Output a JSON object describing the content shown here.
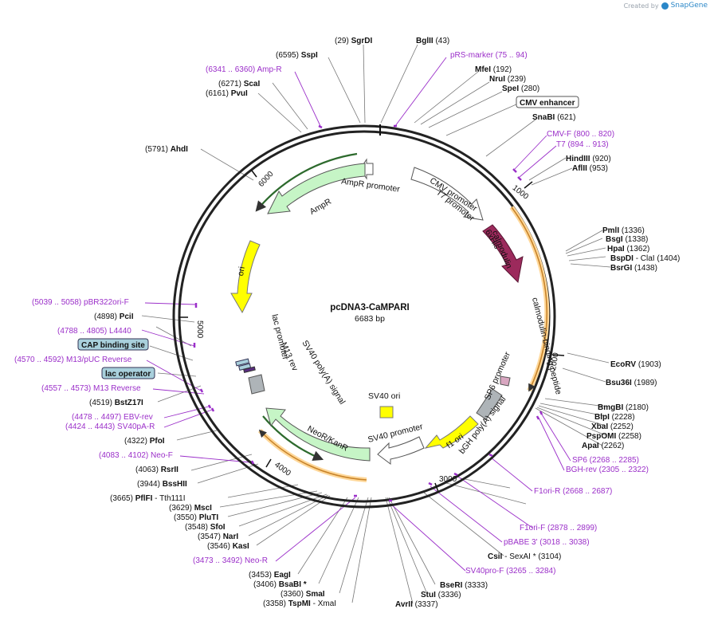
{
  "credit": {
    "prefix": "Created by",
    "brand": "SnapGene"
  },
  "map": {
    "name": "pcDNA3-CaMPARI",
    "length_text": "6683 bp"
  },
  "ticks": [
    "1000",
    "2000",
    "3000",
    "4000",
    "5000",
    "6000"
  ],
  "features": [
    {
      "name": "AmpR promoter"
    },
    {
      "name": "AmpR"
    },
    {
      "name": "CMV promoter"
    },
    {
      "name": "T7 promoter"
    },
    {
      "name": "6xHis"
    },
    {
      "name": "calmodulin"
    },
    {
      "name": "calmodulin-binding peptide"
    },
    {
      "name": "ori"
    },
    {
      "name": "lac promoter"
    },
    {
      "name": "M13 rev"
    },
    {
      "name": "SV40 poly(A) signal"
    },
    {
      "name": "SP6 promoter"
    },
    {
      "name": "bGH poly(A) signal"
    },
    {
      "name": "f1 ori"
    },
    {
      "name": "SV40 ori"
    },
    {
      "name": "SV40 promoter"
    },
    {
      "name": "NeoR/KanR"
    }
  ],
  "labels": {
    "SgrDI": "(29)  SgrDI",
    "BglII": "BglII  (43)",
    "SspI": "(6595)  SspI",
    "pRS": "pRS-marker  (75 .. 94)",
    "AmpR_primer": "(6341 .. 6360)  Amp-R",
    "MfeI": "MfeI  (192)",
    "NruI": "NruI  (239)",
    "SpeI": "SpeI  (280)",
    "ScaI": "(6271)  ScaI",
    "PvuI": "(6161)  PvuI",
    "CMVenh": "CMV enhancer",
    "SnaBI": "SnaBI  (621)",
    "CMVF": "CMV-F  (800 .. 820)",
    "T7": "T7  (894 .. 913)",
    "AhdI": "(5791)  AhdI",
    "HindIII": "HindIII  (920)",
    "AflII": "AflII  (953)",
    "PmlI": "PmlI  (1336)",
    "BsgI": "BsgI  (1338)",
    "HpaI": "HpaI  (1362)",
    "BspDI": "BspDI  - ClaI  (1404)",
    "BsrGI": "BsrGI  (1438)",
    "pBR": "(5039 .. 5058)  pBR322ori-F",
    "PciI": "(4898)  PciI",
    "L4440": "(4788 .. 4805)  L4440",
    "CAP": "CAP binding site",
    "M13pUC": "(4570 .. 4592)  M13/pUC Reverse",
    "lacop": "lac operator",
    "M13R": "(4557 .. 4573)  M13 Reverse",
    "BstZ17I": "(4519)  BstZ17I",
    "EcoRV": "EcoRV  (1903)",
    "Bsu36I": "Bsu36I  (1989)",
    "EBV": "(4478 .. 4497)  EBV-rev",
    "SV40pA": "(4424 .. 4443)  SV40pA-R",
    "BmgBI": "BmgBI  (2180)",
    "BlpI": "BlpI  (2228)",
    "XbaI": "XbaI  (2252)",
    "PspOMI": "PspOMI  (2258)",
    "ApaI": "ApaI  (2262)",
    "PfoI": "(4322)  PfoI",
    "SP6": "SP6  (2268 .. 2285)",
    "BGH": "BGH-rev  (2305 .. 2322)",
    "NeoF": "(4083 .. 4102)  Neo-F",
    "RsrII": "(4063)  RsrII",
    "BssHII": "(3944)  BssHII",
    "PflFI": "(3665)  PflFI  - Tth111I",
    "MscI": "(3629)  MscI",
    "PluTI": "(3550)  PluTI",
    "SfoI": "(3548)  SfoI",
    "NarI": "(3547)  NarI",
    "KasI": "(3546)  KasI",
    "F1oriR": "F1ori-R  (2668 .. 2687)",
    "F1oriF": "F1ori-F  (2878 .. 2899)",
    "pBABE": "pBABE 3'  (3018 .. 3038)",
    "CsiI": "CsiI  - SexAI *  (3104)",
    "SV40proF": "SV40pro-F  (3265 .. 3284)",
    "NeoR_primer": "(3473 .. 3492)  Neo-R",
    "EagI": "(3453)  EagI",
    "BsaBI": "(3406)  BsaBI *",
    "SmaI": "(3360)  SmaI",
    "TspMI": "(3358)  TspMI  - XmaI",
    "BseRI": "BseRI  (3333)",
    "StuI": "StuI  (3336)",
    "AvrII": "AvrII  (3337)"
  },
  "colors": {
    "backbone": "#222222",
    "enzyme_text": "#111111",
    "primer": "#9b2fc9",
    "promoter": "#ffffff",
    "marker": "#c6f5c6",
    "marker_edge": "#2d6a2d",
    "ori": "#ffff00",
    "calmodulin": "#9c2a5c",
    "orf_ring": "#ffd89a",
    "misc_box": "#a9d0dc"
  }
}
